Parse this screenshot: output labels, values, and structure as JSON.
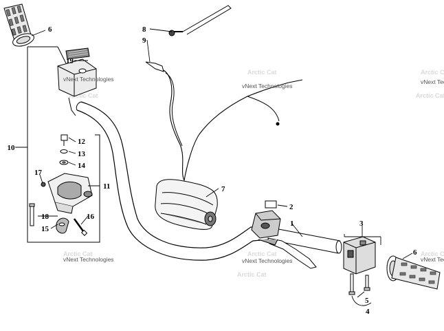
{
  "callouts": {
    "n1": "1",
    "n2": "2",
    "n3": "3",
    "n4": "4",
    "n5": "5",
    "n6a": "6",
    "n6b": "6",
    "n7": "7",
    "n8": "8",
    "n9": "9",
    "n10": "10",
    "n11": "11",
    "n12": "12",
    "n13": "13",
    "n14": "14",
    "n15": "15",
    "n16": "16",
    "n17": "17",
    "n18": "18",
    "n19": "19"
  },
  "watermark": {
    "text": "vNext Technologies",
    "ghost_text": "Arctic Cat"
  }
}
